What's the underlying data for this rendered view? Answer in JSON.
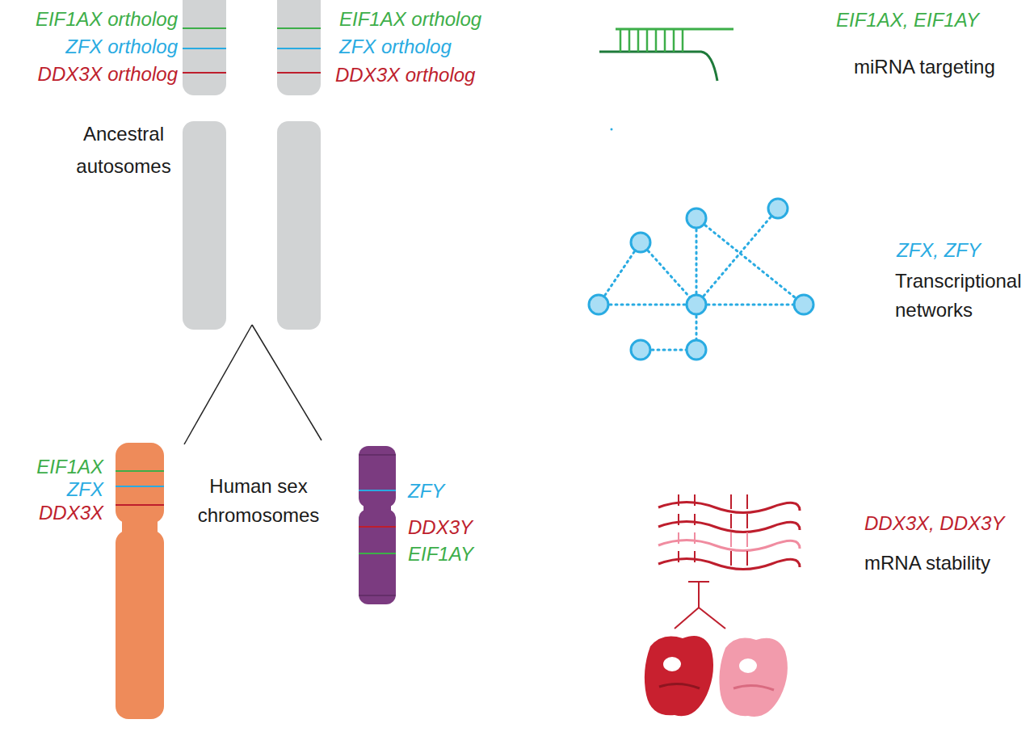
{
  "diagram": {
    "labels": [
      "EIF1AX ortholog",
      "ZFX ortholog",
      "DDX3X ortholog",
      "EIF1AX ortholog",
      "ZFX ortholog",
      "DDX3X ortholog",
      "Ancestral autosomes",
      "EIF1AX",
      "ZFX",
      "DDX3X",
      "Human sex chromosomes",
      "ZFY",
      "DDX3Y",
      "EIF1AY",
      "EIF1AX, EIF1AY",
      "miRNA targeting",
      "ZFX, ZFY",
      "Transcriptional networks",
      "DDX3X, DDX3Y",
      "mRNA stability"
    ]
  }
}
